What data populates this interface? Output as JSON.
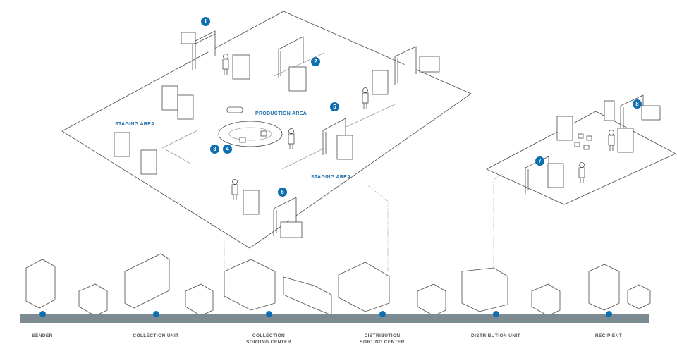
{
  "colors": {
    "accent_blue": "#0e6fb0",
    "timeline_gray": "#7c8a92",
    "label_gray": "#555555",
    "line_gray": "#4a4a4a"
  },
  "area_labels": [
    {
      "id": "staging-left",
      "text": "STAGING AREA"
    },
    {
      "id": "production",
      "text": "PRODUCTION AREA"
    },
    {
      "id": "staging-right",
      "text": "STAGING AREA"
    }
  ],
  "steps": [
    "1",
    "2",
    "3",
    "4",
    "5",
    "6",
    "7",
    "8"
  ],
  "stages": [
    {
      "line1": "SENDER",
      "line2": ""
    },
    {
      "line1": "COLLECTION UNIT",
      "line2": ""
    },
    {
      "line1": "COLLECTION",
      "line2": "SORTING CENTER"
    },
    {
      "line1": "DISTRIBUTION",
      "line2": "SORTING CENTER"
    },
    {
      "line1": "DISTRIBUTION UNIT",
      "line2": ""
    },
    {
      "line1": "RECIPIENT",
      "line2": ""
    }
  ],
  "icons": {
    "building": "building-icon",
    "truck": "truck-icon",
    "cage": "roll-cage-icon",
    "person": "person-icon",
    "gate": "rfid-gate-icon",
    "parcel": "parcel-icon",
    "conveyor": "conveyor-icon"
  }
}
